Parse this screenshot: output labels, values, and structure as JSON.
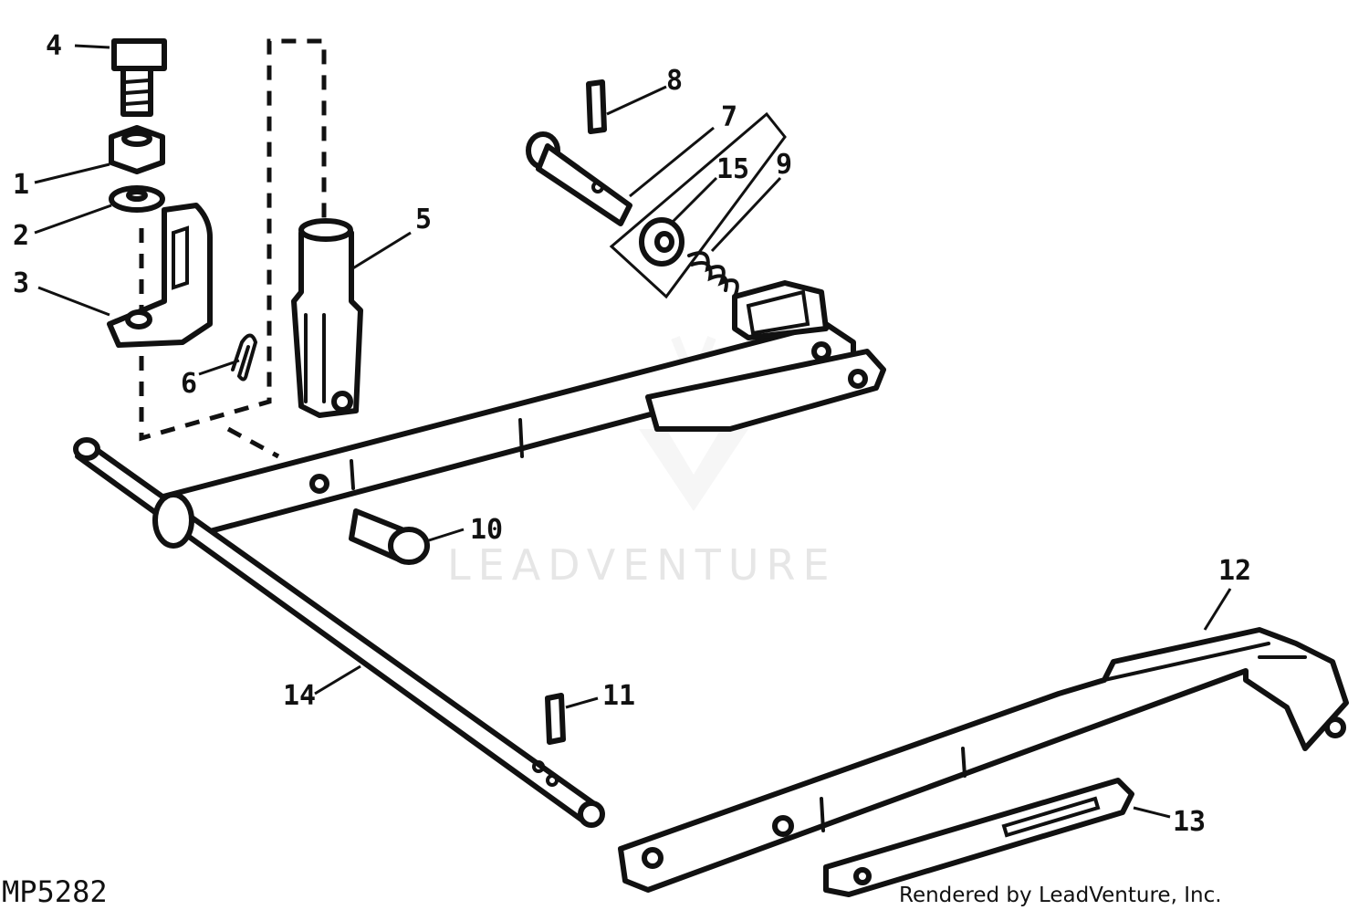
{
  "watermark": "LEADVENTURE",
  "figure_id": "MP5282",
  "credit": "Rendered by LeadVenture, Inc.",
  "callouts": {
    "c1": "1",
    "c2": "2",
    "c3": "3",
    "c4": "4",
    "c5": "5",
    "c6": "6",
    "c7": "7",
    "c8": "8",
    "c9": "9",
    "c10": "10",
    "c11": "11",
    "c12": "12",
    "c13": "13",
    "c14": "14",
    "c15": "15"
  }
}
